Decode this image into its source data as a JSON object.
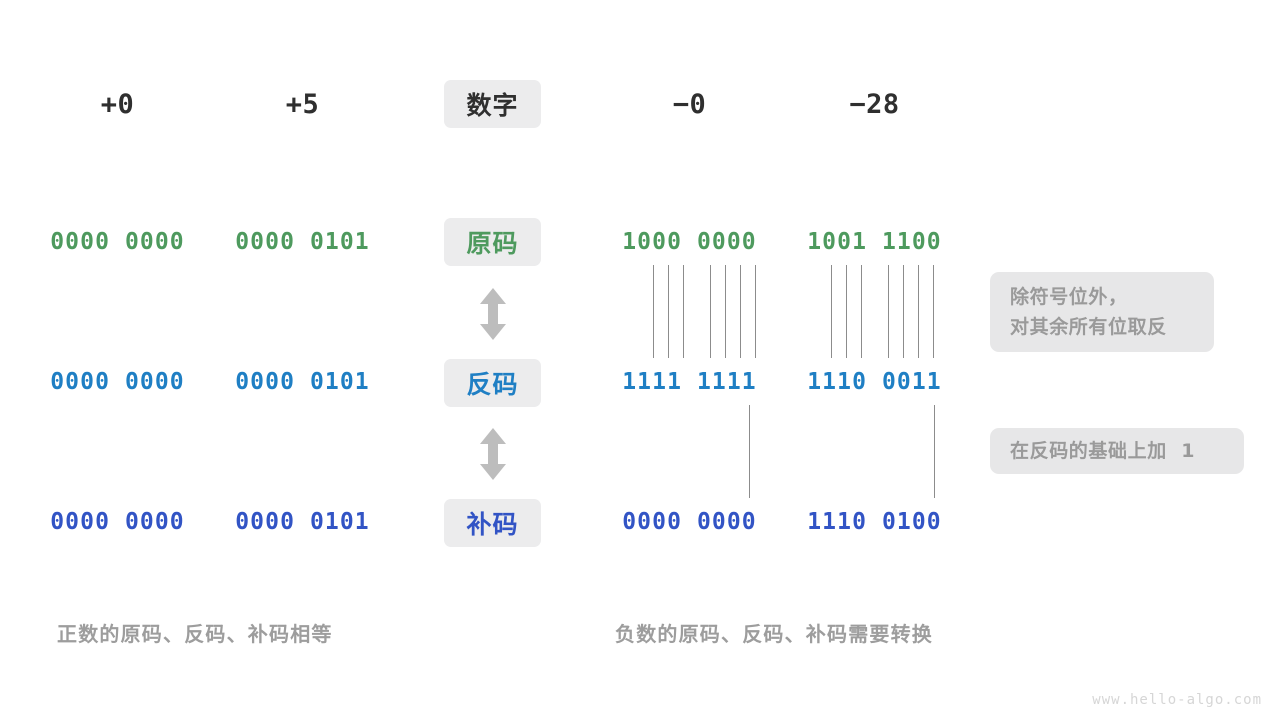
{
  "meta": {
    "watermark": "www.hello-algo.com",
    "colors": {
      "sign_magnitude": "#4e9a5e",
      "ones_complement": "#1f7fc4",
      "twos_complement": "#3254c5",
      "heading": "#2f2f2f",
      "pill_bg": "#ececed",
      "note_bg": "#e7e7e8",
      "note_text": "#9a9a9a",
      "caption_text": "#9d9d9d",
      "line": "#8c8c8c",
      "arrow": "#bdbdbd",
      "background": "#ffffff"
    }
  },
  "row_labels": {
    "number": "数字",
    "sign_magnitude": "原码",
    "ones_complement": "反码",
    "twos_complement": "补码"
  },
  "columns": [
    {
      "id": "pos-zero",
      "header": "+0",
      "sign_magnitude": "0000 0000",
      "ones_complement": "0000 0000",
      "twos_complement": "0000 0000",
      "invert_links": 0,
      "carry_links": 0
    },
    {
      "id": "pos-five",
      "header": "+5",
      "sign_magnitude": "0000 0101",
      "ones_complement": "0000 0101",
      "twos_complement": "0000 0101",
      "invert_links": 0,
      "carry_links": 0
    },
    {
      "id": "neg-zero",
      "header": "−0",
      "sign_magnitude": "1000 0000",
      "ones_complement": "1111 1111",
      "twos_complement": "0000 0000",
      "invert_links": 7,
      "carry_links": 1
    },
    {
      "id": "neg-twentyeight",
      "header": "−28",
      "sign_magnitude": "1001 1100",
      "ones_complement": "1110 0011",
      "twos_complement": "1110 0100",
      "invert_links": 7,
      "carry_links": 1
    }
  ],
  "notes": {
    "invert": {
      "line1": "除符号位外，",
      "line2": "对其余所有位取反"
    },
    "add_one": {
      "line1": "在反码的基础上加  1"
    }
  },
  "captions": {
    "left": "正数的原码、反码、补码相等",
    "right": "负数的原码、反码、补码需要转换"
  },
  "arrows": {
    "top": "double-arrow-vertical",
    "bottom": "double-arrow-vertical"
  }
}
